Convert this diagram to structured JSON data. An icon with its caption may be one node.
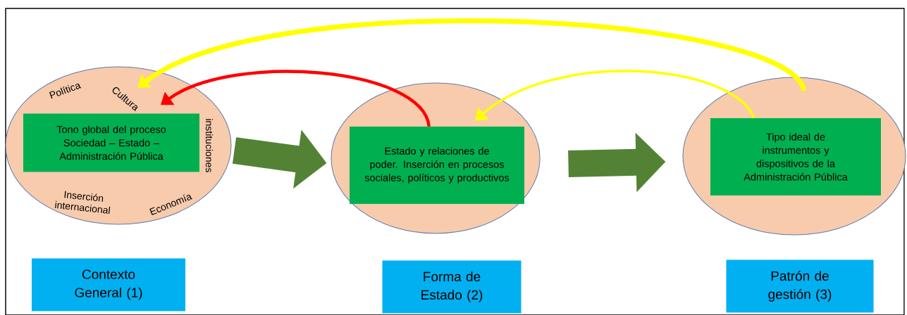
{
  "diagram": {
    "nodes": [
      {
        "text": [
          "Política",
          "Cultura",
          "instituciones",
          "Inserción internacional",
          "Economía"
        ]
      },
      {
        "text": [
          "Tono global del proceso Sociedad – Estado – Administración Pública"
        ],
        "in": 0
      },
      {
        "text": [],
        "shape": "ellipse"
      },
      {
        "text": [
          "Estado y relaciones de poder. Inserción en procesos sociales, políticos y productivos"
        ],
        "in": 2
      },
      {
        "text": [],
        "shape": "ellipse"
      },
      {
        "text": [
          "Tipo ideal de instrumentos y dispositivos de la Administración Pública"
        ],
        "in": 4
      },
      {
        "text": [
          "Contexto General (1)"
        ]
      },
      {
        "text": [
          "Forma de Estado (2)"
        ]
      },
      {
        "text": [
          "Patrón de gestión (3)"
        ]
      }
    ],
    "edges": [
      {
        "from": 0,
        "to": 2,
        "arrow": "to",
        "style": "thick",
        "color": "#548235"
      },
      {
        "from": 2,
        "to": 4,
        "arrow": "to",
        "style": "thick",
        "color": "#548235"
      },
      {
        "from": 3,
        "to": 1,
        "arrow": "to",
        "color": "#ff0000"
      },
      {
        "from": 5,
        "to": 3,
        "arrow": "to",
        "color": "#ffff00"
      },
      {
        "from": 4,
        "to": 0,
        "arrow": "to",
        "color": "#ffff00"
      }
    ]
  }
}
